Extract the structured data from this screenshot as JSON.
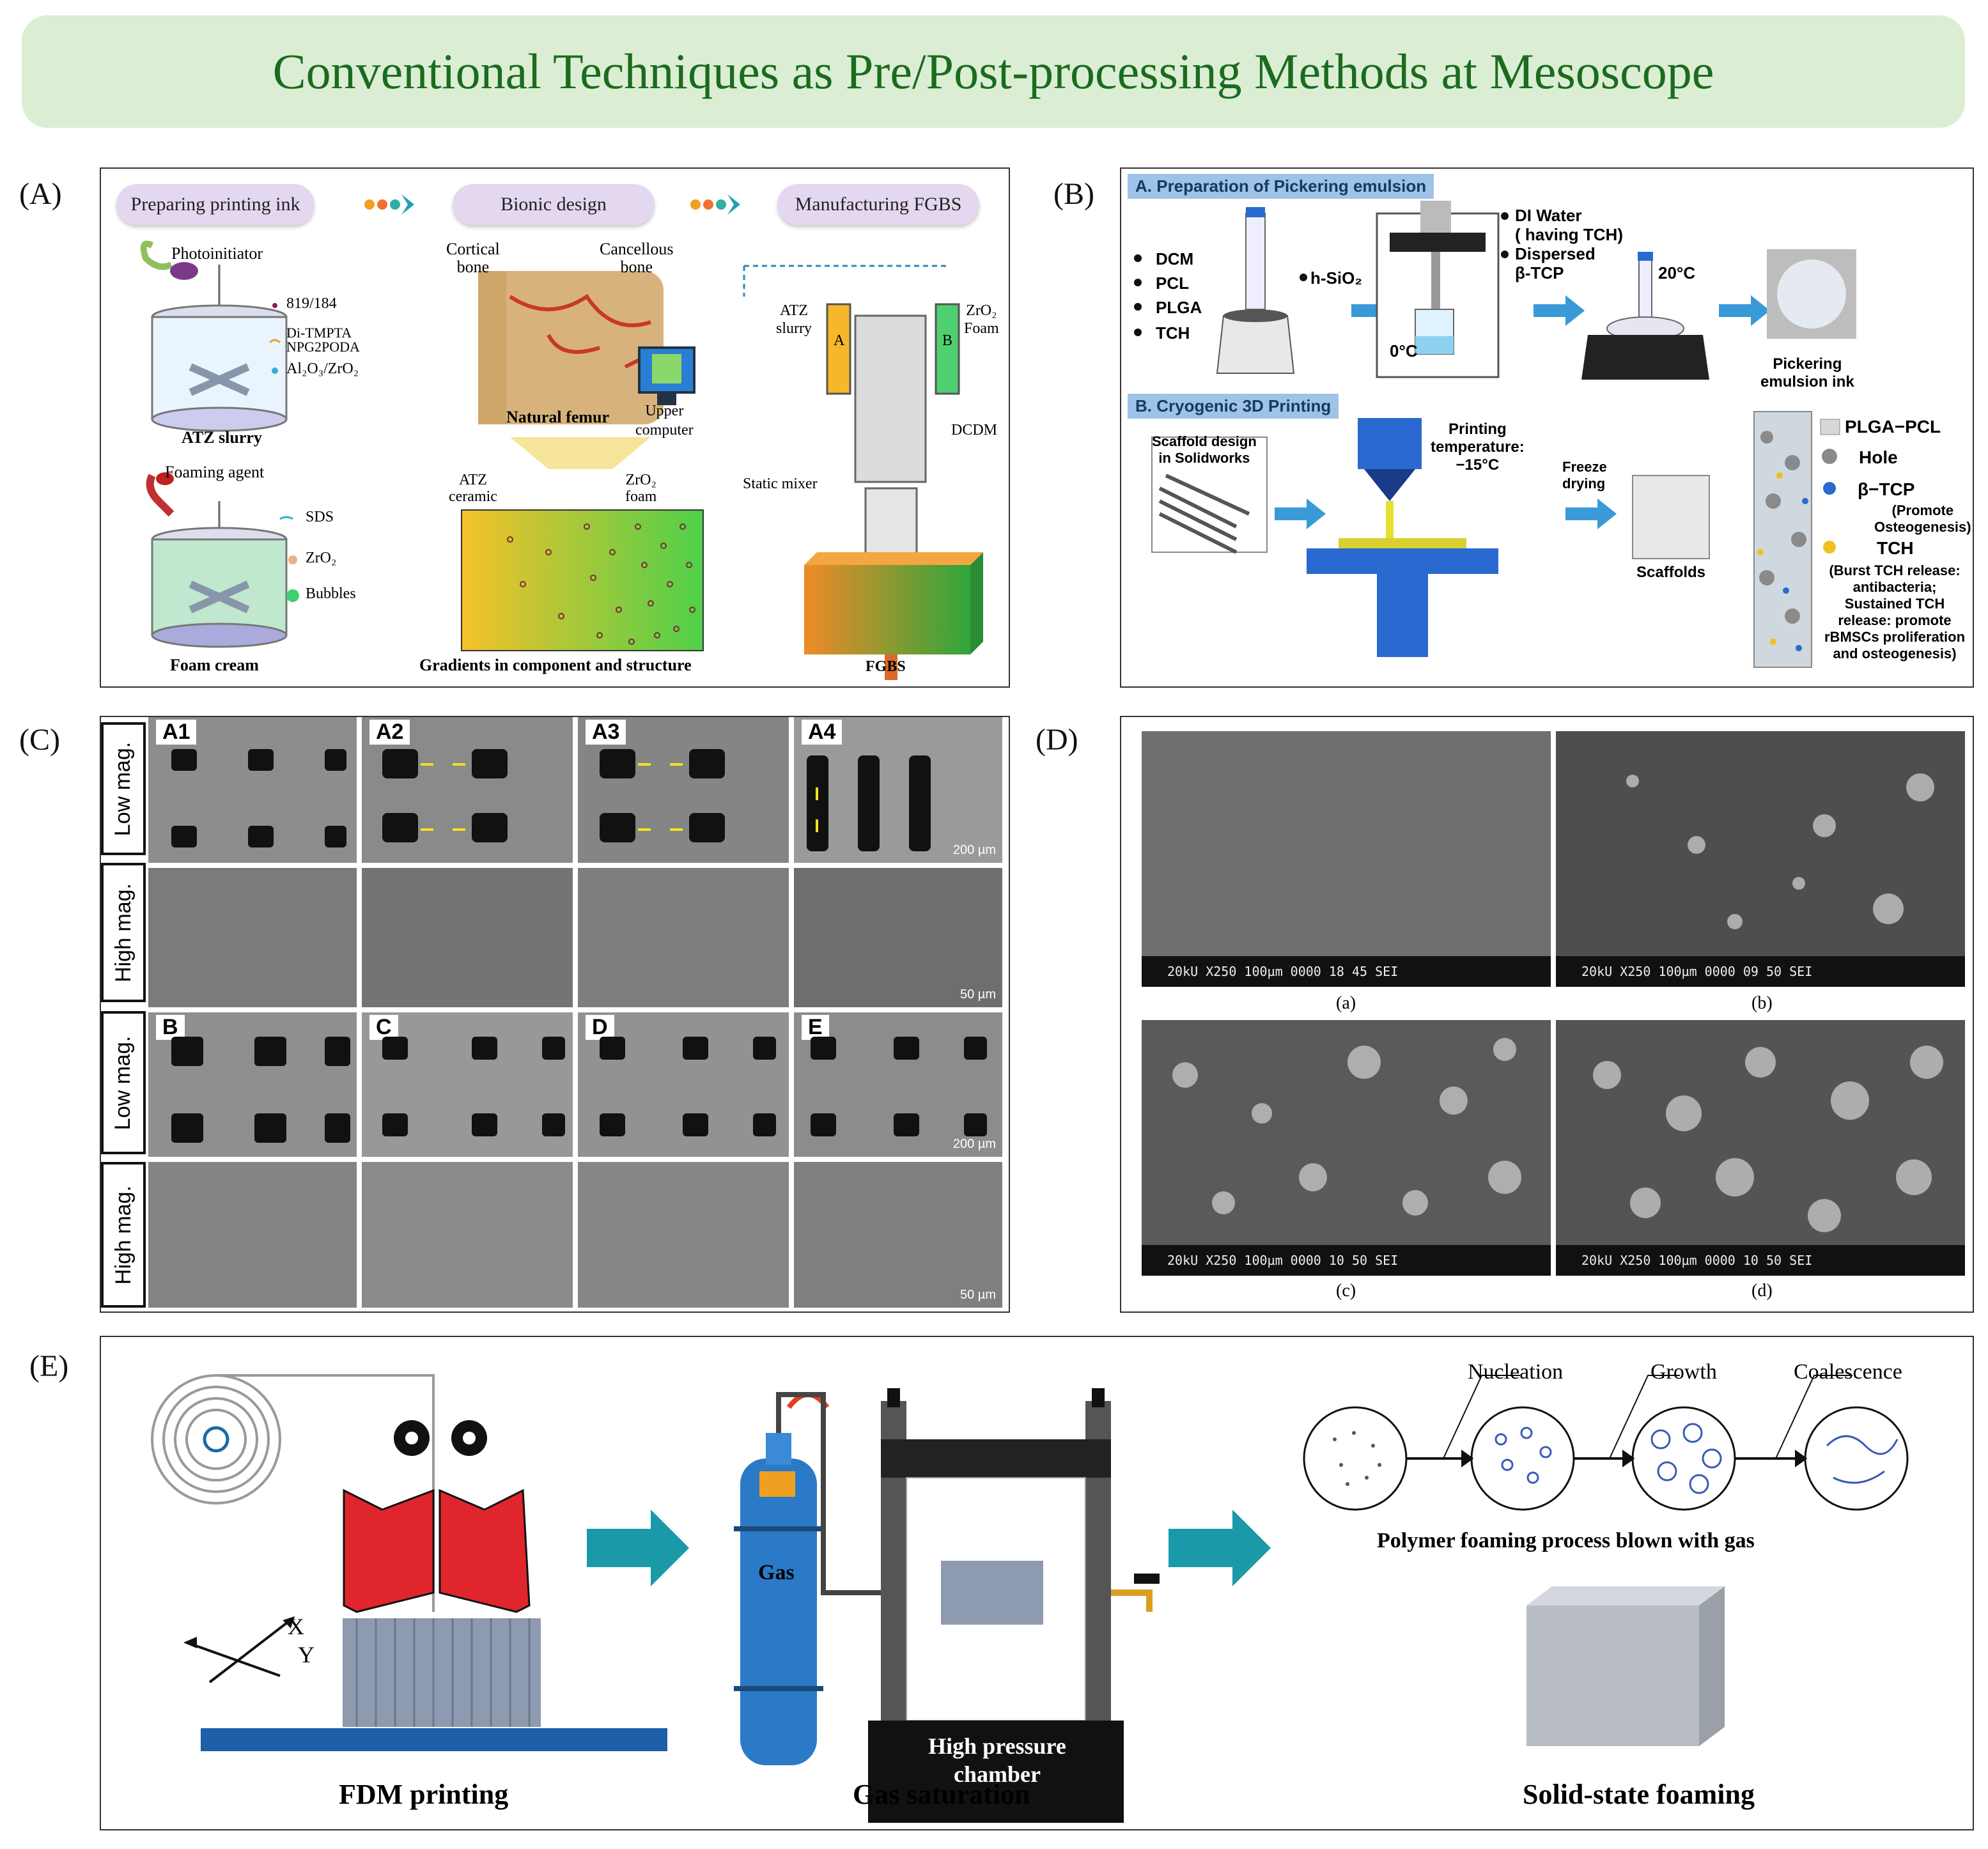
{
  "title": "Conventional Techniques as Pre/Post-processing Methods at Mesoscope",
  "panels": {
    "A": {
      "label": "(A)",
      "steps": [
        "Preparing printing ink",
        "Bionic design",
        "Manufacturing FGBS"
      ],
      "photoinitiator": "Photoinitiator",
      "legend1": [
        "819/184",
        "Di-TMPTA",
        "NPG2PODA",
        "Al₂O₃/ZrO₂"
      ],
      "atz_slurry": "ATZ slurry",
      "foaming_agent": "Foaming agent",
      "legend2": [
        "SDS",
        "ZrO₂",
        "Bubbles"
      ],
      "foam_cream": "Foam cream",
      "cortical_bone": [
        "Cortical",
        "bone"
      ],
      "cancellous_bone": [
        "Cancellous",
        "bone"
      ],
      "natural_femur": "Natural femur",
      "atz_ceramic": [
        "ATZ",
        "ceramic"
      ],
      "zro2_foam": [
        "ZrO₂",
        "foam"
      ],
      "gradients": "Gradients in component and structure",
      "atz_slurry2": [
        "ATZ",
        "slurry"
      ],
      "zro2_foam2": [
        "ZrO₂",
        "Foam"
      ],
      "nozzle_a": "A",
      "nozzle_b": "B",
      "upper_computer": [
        "Upper",
        "computer"
      ],
      "dcdm": "DCDM",
      "static_mixer": "Static mixer",
      "fgbs": "FGBS"
    },
    "B": {
      "label": "(B)",
      "header_a": "A. Preparation of Pickering emulsion",
      "ingredients": [
        "DCM",
        "PCL",
        "PLGA",
        "TCH"
      ],
      "h_sio2": "h-SiO₂",
      "water": [
        "DI Water",
        "( having TCH)",
        "Dispersed",
        "β-TCP"
      ],
      "temp0": "0°C",
      "temp20": "20°C",
      "pickering": [
        "Pickering",
        "emulsion ink"
      ],
      "header_b": "B. Cryogenic 3D Printing",
      "scaffold_design": [
        "Scaffold design",
        "in Solidworks"
      ],
      "print_temp": [
        "Printing",
        "temperature:",
        "−15°C"
      ],
      "freeze": [
        "Freeze",
        "drying"
      ],
      "scaffolds": "Scaffolds",
      "legend": [
        "PLGA−PCL",
        "Hole",
        "β−TCP",
        "(Promote",
        "Osteogenesis)",
        "TCH",
        "(Burst TCH release:",
        "antibacteria;",
        "Sustained TCH",
        "release:  promote",
        "rBMSCs proliferation",
        "and osteogenesis)"
      ]
    },
    "C": {
      "label": "(C)",
      "row_labels": [
        "Low mag.",
        "High mag.",
        "Low mag.",
        "High mag."
      ],
      "top_labels": [
        "A1",
        "A2",
        "A3",
        "A4"
      ],
      "bottom_labels": [
        "B",
        "C",
        "D",
        "E"
      ],
      "scale_low": "200 µm",
      "scale_high": "50 µm"
    },
    "D": {
      "label": "(D)",
      "captions": [
        "(a)",
        "(b)",
        "(c)",
        "(d)"
      ],
      "sem_bars": [
        "20kU    X250 100µm 0000 18 45 SEI",
        "20kU    X250 100µm 0000 09 50 SEI",
        "20kU    X250 100µm 0000 10 50 SEI",
        "20kU    X250 100µm 0000 10 50 SEI"
      ]
    },
    "E": {
      "label": "(E)",
      "x_axis": "X",
      "y_axis": "Y",
      "gas": "Gas",
      "chamber": [
        "High pressure",
        "chamber"
      ],
      "stages": [
        "Nucleation",
        "Growth",
        "Coalescence"
      ],
      "foaming_process": "Polymer foaming process blown with gas",
      "captions": [
        "FDM printing",
        "Gas saturation",
        "Solid-state foaming"
      ]
    }
  }
}
